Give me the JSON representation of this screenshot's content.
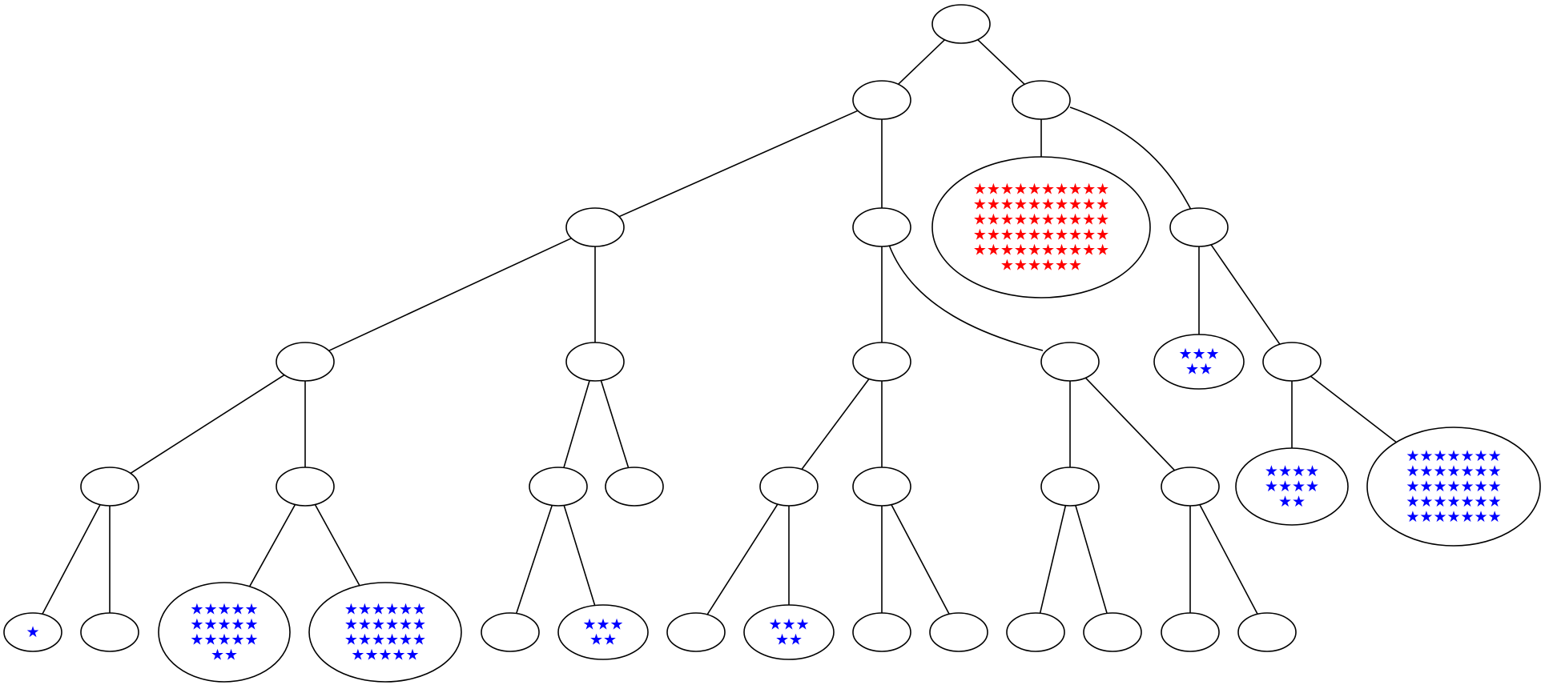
{
  "star_glyph": "★",
  "colors": {
    "blue": "#0000ff",
    "red": "#ff0000",
    "line": "#000000"
  },
  "nodes": [
    {
      "id": "root",
      "stars": 0
    },
    {
      "id": "n1",
      "stars": 0
    },
    {
      "id": "n2",
      "stars": 0
    },
    {
      "id": "n3",
      "stars": 0
    },
    {
      "id": "n4",
      "stars": 0
    },
    {
      "id": "n5",
      "stars": 0
    },
    {
      "id": "n6",
      "stars": 0
    },
    {
      "id": "n7",
      "stars": 0
    },
    {
      "id": "n8",
      "stars": 0
    },
    {
      "id": "n9",
      "stars": 0
    },
    {
      "id": "n10",
      "stars": 0
    },
    {
      "id": "n11",
      "stars": 0
    },
    {
      "id": "n12",
      "stars": 0
    },
    {
      "id": "n13",
      "stars": 0
    },
    {
      "id": "n14",
      "stars": 0
    },
    {
      "id": "n15",
      "stars": 0
    },
    {
      "id": "n16",
      "stars": 0
    },
    {
      "id": "l1",
      "stars": 1,
      "color": "blue",
      "rows": [
        "★"
      ]
    },
    {
      "id": "l2",
      "stars": 0
    },
    {
      "id": "l3",
      "stars": 17,
      "color": "blue",
      "rows": [
        "★★★★★",
        "★★★★★",
        "★★★★★",
        "★★"
      ]
    },
    {
      "id": "l4",
      "stars": 23,
      "color": "blue",
      "rows": [
        "★★★★★★",
        "★★★★★★",
        "★★★★★★",
        "★★★★★"
      ]
    },
    {
      "id": "l5",
      "stars": 0
    },
    {
      "id": "l6",
      "stars": 5,
      "color": "blue",
      "rows": [
        "★★★",
        "★★"
      ]
    },
    {
      "id": "l7",
      "stars": 0
    },
    {
      "id": "l8",
      "stars": 5,
      "color": "blue",
      "rows": [
        "★★★",
        "★★"
      ]
    },
    {
      "id": "l9",
      "stars": 0
    },
    {
      "id": "l10",
      "stars": 0
    },
    {
      "id": "l11",
      "stars": 0
    },
    {
      "id": "l12",
      "stars": 0
    },
    {
      "id": "l13",
      "stars": 0
    },
    {
      "id": "l14",
      "stars": 0
    },
    {
      "id": "l15",
      "stars": 0
    },
    {
      "id": "red",
      "stars": 56,
      "color": "red",
      "rows": [
        "★★★★★★★★★★",
        "★★★★★★★★★★",
        "★★★★★★★★★★",
        "★★★★★★★★★★",
        "★★★★★★★★★★",
        "★★★★★★"
      ]
    },
    {
      "id": "b5",
      "stars": 5,
      "color": "blue",
      "rows": [
        "★★★",
        "★★"
      ]
    },
    {
      "id": "b10",
      "stars": 10,
      "color": "blue",
      "rows": [
        "★★★★",
        "★★★★",
        "★★"
      ]
    },
    {
      "id": "b35",
      "stars": 35,
      "color": "blue",
      "rows": [
        "★★★★★★★",
        "★★★★★★★",
        "★★★★★★★",
        "★★★★★★★",
        "★★★★★★★"
      ]
    }
  ],
  "edges": [
    [
      "root",
      "n1"
    ],
    [
      "root",
      "n2"
    ],
    [
      "n1",
      "n3"
    ],
    [
      "n1",
      "n4"
    ],
    [
      "n2",
      "red"
    ],
    [
      "n2",
      "n5"
    ],
    [
      "n3",
      "n6"
    ],
    [
      "n3",
      "n7"
    ],
    [
      "n4",
      "n8"
    ],
    [
      "n4",
      "n9"
    ],
    [
      "n5",
      "b5"
    ],
    [
      "n5",
      "n10"
    ],
    [
      "n6",
      "n11"
    ],
    [
      "n6",
      "n12"
    ],
    [
      "n7",
      "n13"
    ],
    [
      "n7",
      "n14"
    ],
    [
      "n8",
      "n15"
    ],
    [
      "n8",
      "n16"
    ],
    [
      "n9",
      "n17"
    ],
    [
      "n9",
      "n18"
    ],
    [
      "n10",
      "b10"
    ],
    [
      "n10",
      "b35"
    ],
    [
      "n11",
      "l1"
    ],
    [
      "n11",
      "l2"
    ],
    [
      "n12",
      "l3"
    ],
    [
      "n12",
      "l4"
    ],
    [
      "n13",
      "l5"
    ],
    [
      "n13",
      "l6"
    ],
    [
      "n15",
      "l7"
    ],
    [
      "n15",
      "l8"
    ],
    [
      "n16",
      "l9"
    ],
    [
      "n16",
      "l10"
    ],
    [
      "n17",
      "l11"
    ],
    [
      "n17",
      "l12"
    ],
    [
      "n18",
      "l13"
    ],
    [
      "n18",
      "l14"
    ]
  ]
}
